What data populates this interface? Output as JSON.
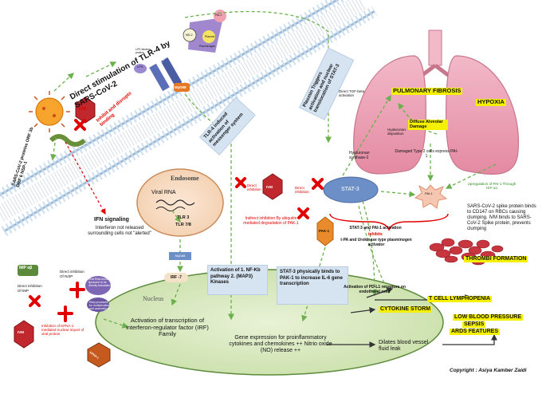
{
  "title_tlr4": "Direct stimulation of TLR-4 by SARS-CoV-2",
  "membrane_labels": {
    "lps": "LPS",
    "lps_protein": "LPS binding protein",
    "tlr4": "T L R 4",
    "myd88": "MyD88",
    "md2": "MD-2",
    "plasmin": "Plasmin",
    "pai": "PAI-1",
    "plasminogen": "Plasminogen"
  },
  "virus_proteins": "SARS-CoV-2 proteins ORF 3b ORF 6 NSP-1",
  "ivm_label": "IVM",
  "inhibit_binding": "Inhibit and disrupts binding",
  "ifn_title": "IFN signaling",
  "ifn_text": "Interferon not released surrounding cells not \"alerted\"",
  "tlr4_activation_box": "TLR-4 induced activation of messenger system",
  "plasmin_box": "Plasmin Triggers activation and nuclear translocation of STAT-3",
  "endosome": {
    "label": "Endosome",
    "viral_rna": "Viral RNA",
    "tlr3": "TLR 3",
    "tlr78": "TLR 7/8",
    "myd88": "MyD88"
  },
  "irf7": "IRF -7",
  "imp_label": "IMP αβ",
  "direct_inhibition_imp_a": "Direct inhibition",
  "direct_inhibition_imp_b": "Of IMP",
  "direct_inhibition_rdrp_a": "Direct inhibition",
  "direct_inhibition_rdrp_b": "Of RdrP",
  "viral_rna_liposome": "Viral RNA binds to liposome to be directly translated",
  "rdrp_text": "Rdrp produced for multiplication and assembly of virus",
  "kpna_inhibition": "Inhibition of KPNA-1 mediated nuclear import of viral protein",
  "kpna_label": "KPNA-1",
  "nucleus": "Nucleus",
  "nucleus_irf": "Activation of transcription of interferon-regulator factor (IRF) Family",
  "nucleus_gene": "Gene expression for proinflammatory cytokines and chemokines ++ Nitrio oxide (NO) release ++",
  "activation_box": "Activation of 1. NF-Kb pathway 2. (MAP3) Kinases",
  "stat3_box": "STAT-3 physically binds to PAK-1 to increase IL-6 gene transcription",
  "direct_inhibition_1": "Direct inhibition",
  "direct_inhibition_2": "Direct inhibition",
  "indirect_inhibition": "Indirect inhibition By ubiquitin mediated degradation of PAK-1",
  "pak1": "PAK-1",
  "stat3": "STAT-3",
  "pai1": "PAI-1",
  "pulmonary_fibrosis": "PULMONARY FIBROSIS",
  "tgf_beta": "Direct TGF-beta activation",
  "hyaluronan_dep": "Hyaluronan deposition",
  "diffuse_alveolar": "Diffuse Alveolar Damage",
  "hypoxia": "HYPOXIA",
  "hyaluronan_synth": "Hyaluronan synthase-2",
  "damaged_cells": "Damaged Type 2 cells express PAI-1",
  "upregulation": "Upregulation of PAI-1 Through HIF-1α",
  "stat3_pai": "STAT-3 and PAI-1 activation",
  "inhibits": "inhibits",
  "tpa": "t-PA and Urokinase type plasminogen activator",
  "sars_binds": "SARS-CoV-2 spike protein binds to CD147 on RBCs causing clumping. IVM binds to SARS-CoV-2 Spike protein, prevents clumping",
  "thrombi": "THROMBI FORMATION",
  "pdl1": "Activation of PD-L1 receptors on endothelial cells",
  "t_cell": "T CELL LYMPHOPENIA",
  "cytokine_storm": "CYTOKINE STORM",
  "dilates": "Dilates blood vessel fluid leak",
  "low_bp": "LOW BLOOD PRESSURE",
  "sepsis": "SEPSIS",
  "ards": "ARDS FEATURES",
  "copyright": "Copyright : Asiya Kamber Zaidi"
}
